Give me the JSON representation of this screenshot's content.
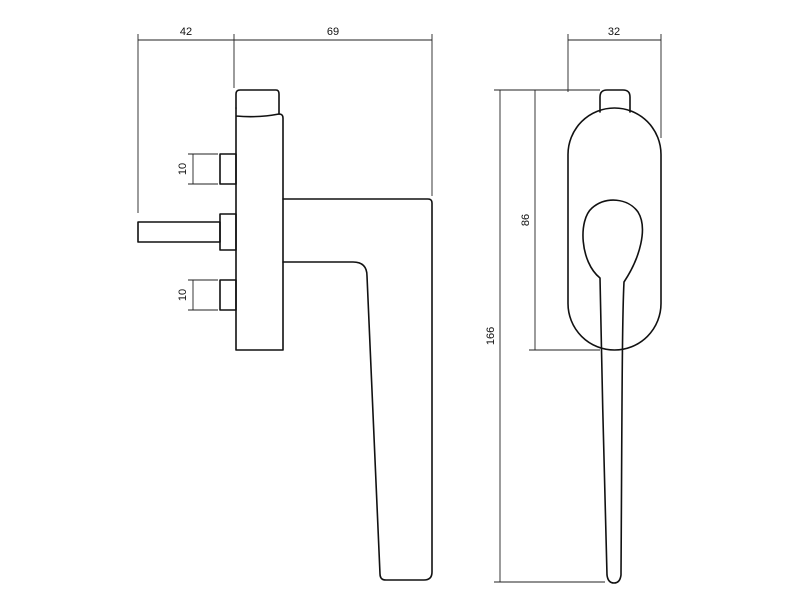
{
  "drawing": {
    "side_view": {
      "dim_backset": "42",
      "dim_handle_projection": "69",
      "dim_screw_upper": "10",
      "dim_screw_lower": "10"
    },
    "front_view": {
      "dim_rose_width": "32",
      "dim_rose_height": "86",
      "dim_total_height": "166"
    },
    "line_color": "#111111",
    "background": "#ffffff"
  }
}
